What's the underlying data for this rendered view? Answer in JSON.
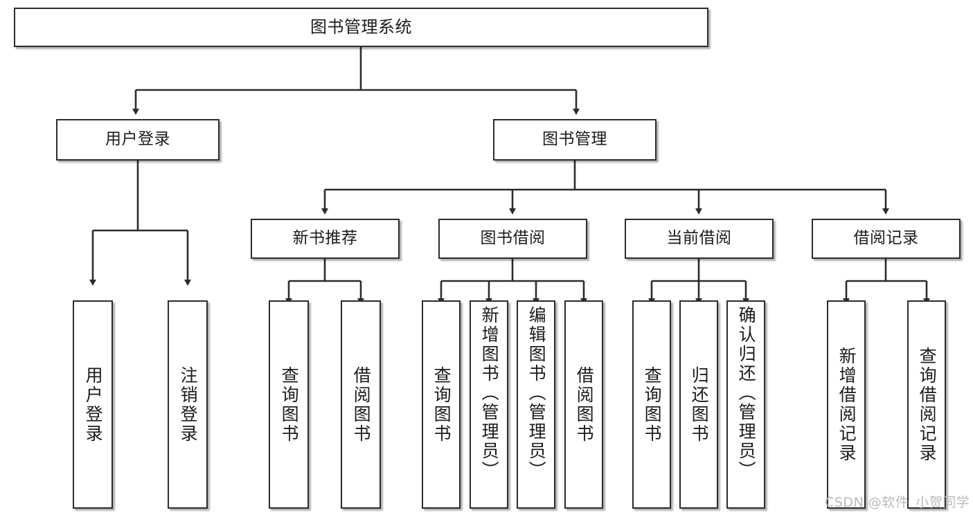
{
  "diagram": {
    "type": "tree-hierarchy",
    "title": "图书管理系统",
    "watermark": "CSDN @软件_小贺同学",
    "colors": {
      "stroke": "#2b2b2b",
      "fill": "#ffffff",
      "text": "#1b1b1b",
      "watermark": "#b9b9b9",
      "background": "#ffffff"
    },
    "nodes": {
      "root": {
        "label": "图书管理系统"
      },
      "level2": [
        {
          "label": "用户登录"
        },
        {
          "label": "图书管理"
        }
      ],
      "level3": [
        {
          "label": "新书推荐"
        },
        {
          "label": "图书借阅"
        },
        {
          "label": "当前借阅"
        },
        {
          "label": "借阅记录"
        }
      ],
      "leaves": {
        "user_login": [
          {
            "label": "用户登录"
          },
          {
            "label": "注销登录"
          }
        ],
        "new_book": [
          {
            "label": "查询图书"
          },
          {
            "label": "借阅图书"
          }
        ],
        "book_borrow": [
          {
            "label": "查询图书"
          },
          {
            "label": "新增图书（管理员）"
          },
          {
            "label": "编辑图书（管理员）"
          },
          {
            "label": "借阅图书"
          }
        ],
        "current_borrow": [
          {
            "label": "查询图书"
          },
          {
            "label": "归还图书"
          },
          {
            "label": "确认归还（管理员）"
          }
        ],
        "borrow_record": [
          {
            "label": "新增借阅记录"
          },
          {
            "label": "查询借阅记录"
          }
        ]
      }
    }
  }
}
